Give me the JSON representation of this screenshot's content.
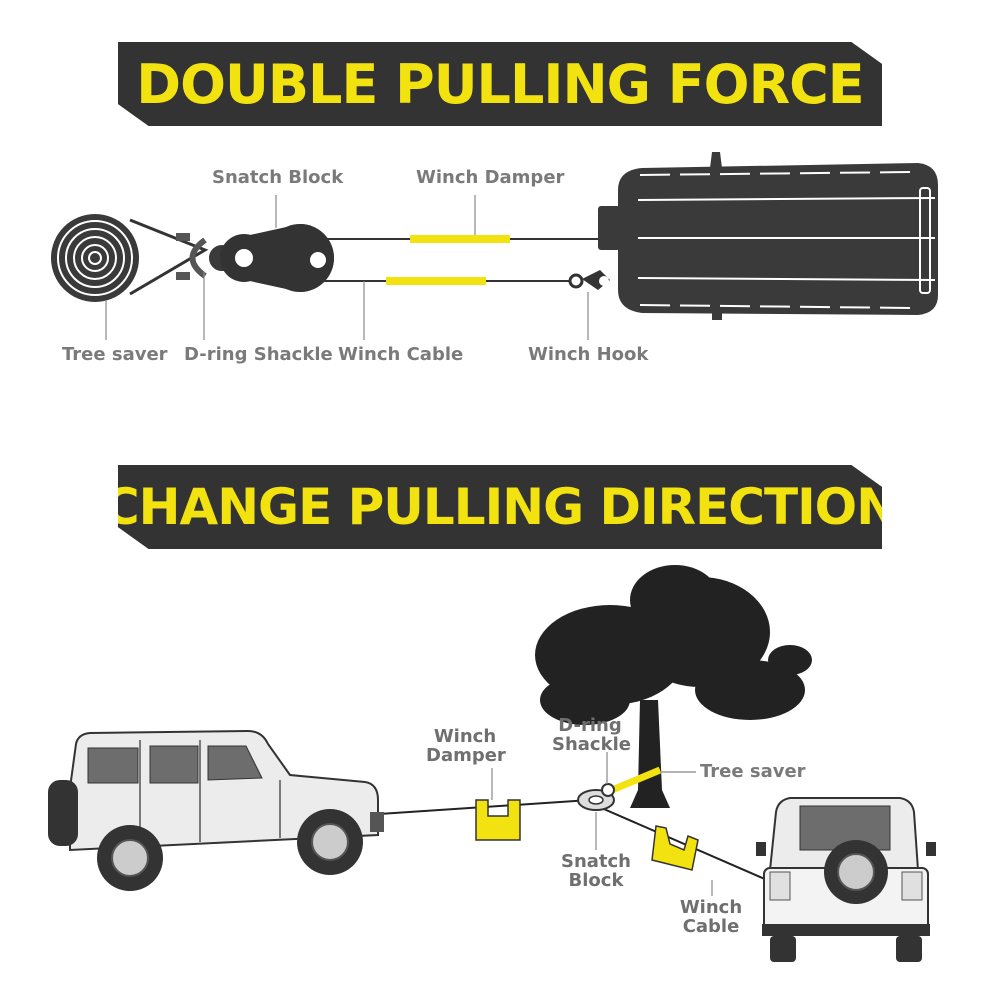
{
  "section1": {
    "title": "DOUBLE PULLING FORCE",
    "labels": {
      "snatch_block": "Snatch Block",
      "winch_damper": "Winch Damper",
      "tree_saver": "Tree saver",
      "d_ring_shackle": "D-ring Shackle",
      "winch_cable": "Winch Cable",
      "winch_hook": "Winch Hook"
    }
  },
  "section2": {
    "title": "CHANGE PULLING DIRECTION",
    "labels": {
      "winch_damper_1": "Winch",
      "winch_damper_2": "Damper",
      "d_ring_1": "D-ring",
      "d_ring_2": "Shackle",
      "tree_saver": "Tree saver",
      "snatch_1": "Snatch",
      "snatch_2": "Block",
      "cable_1": "Winch",
      "cable_2": "Cable"
    }
  },
  "colors": {
    "banner_bg": "#333333",
    "accent_yellow": "#f2e310",
    "label_gray": "#7a7a7a",
    "dark": "#3a3a3a"
  }
}
